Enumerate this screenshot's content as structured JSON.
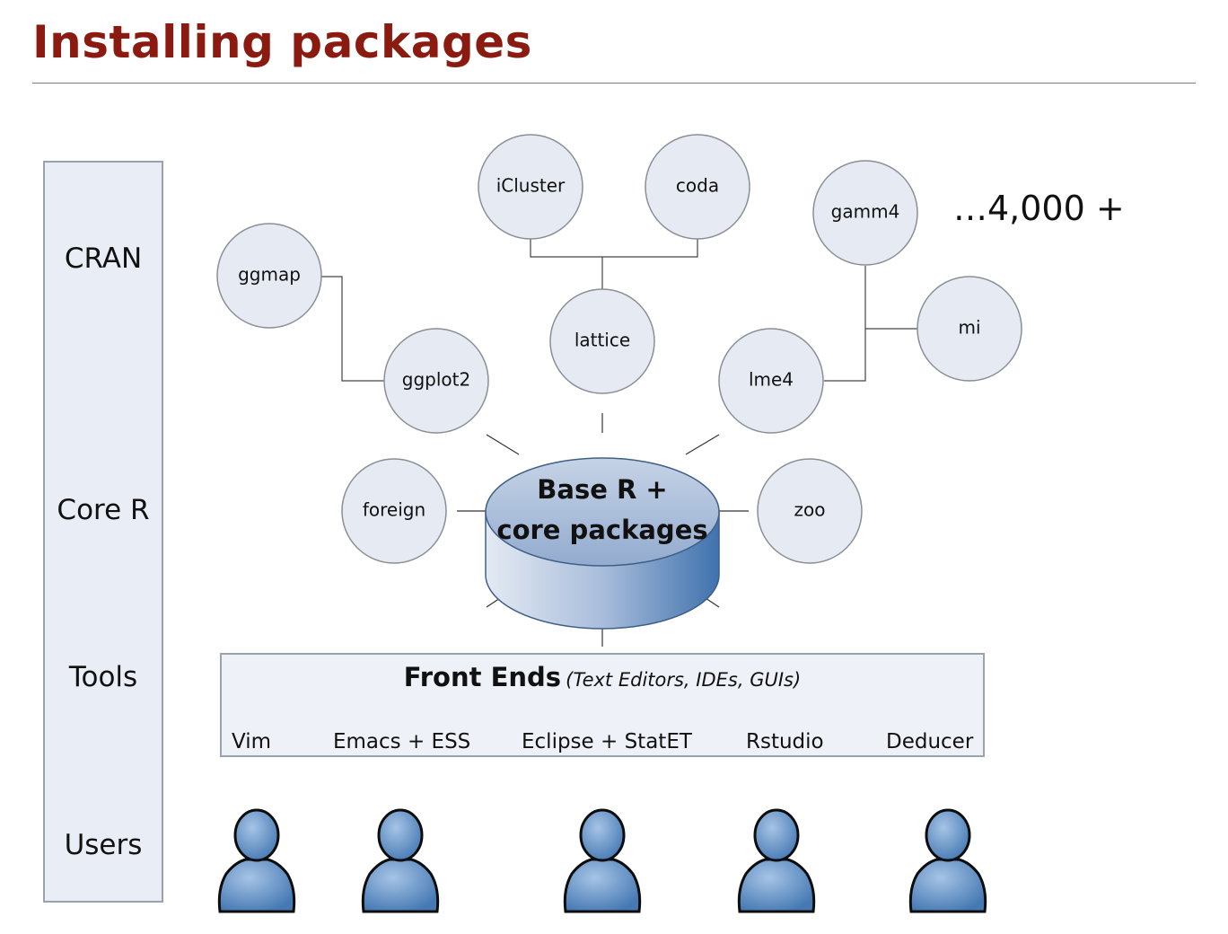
{
  "title": "Installing packages",
  "layers": [
    "CRAN",
    "Core R",
    "Tools",
    "Users"
  ],
  "core": {
    "line1": "Base R +",
    "line2": "core packages"
  },
  "packages": {
    "icluster": "iCluster",
    "coda": "coda",
    "gamm4": "gamm4",
    "ggmap": "ggmap",
    "lattice": "lattice",
    "mi": "mi",
    "ggplot2": "ggplot2",
    "lme4": "lme4",
    "foreign": "foreign",
    "zoo": "zoo"
  },
  "more_count": "…4,000 +",
  "front_ends": {
    "title": "Front Ends",
    "subtitle": "(Text Editors, IDEs, GUIs)",
    "items": [
      "Vim",
      "Emacs + ESS",
      "Eclipse + StatET",
      "Rstudio",
      "Deducer"
    ]
  },
  "colors": {
    "title": "#8b1a10",
    "circle_fill": "#e6ebf3",
    "cylinder_top": "#a9bcd8",
    "cylinder_side": "#4f7fb6",
    "user_icon": "#5b8ec2"
  },
  "user_icon": "user-silhouette-icon",
  "user_count": 5
}
